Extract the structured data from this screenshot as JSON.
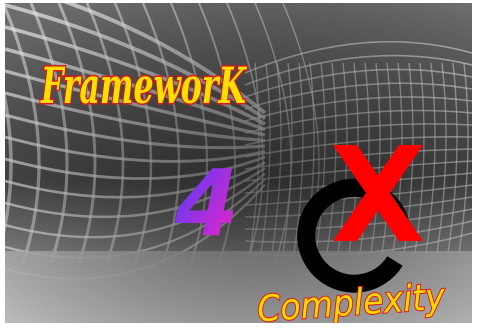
{
  "title": {
    "word": "FrameworK",
    "fill": "#ffe000",
    "stroke": "#e01818"
  },
  "number": {
    "text": "4",
    "gradient_start": "#4040ff",
    "gradient_end": "#ff20c0"
  },
  "subtitle": {
    "word": "Complexity",
    "fill": "#ffd800",
    "stroke": "#e01818"
  },
  "logo": {
    "letter_c_color": "#000000",
    "x_mark_color": "#ff0000"
  },
  "background": {
    "mesh_color": "#e8e8e8",
    "floor_color": "#b8b8b8"
  }
}
